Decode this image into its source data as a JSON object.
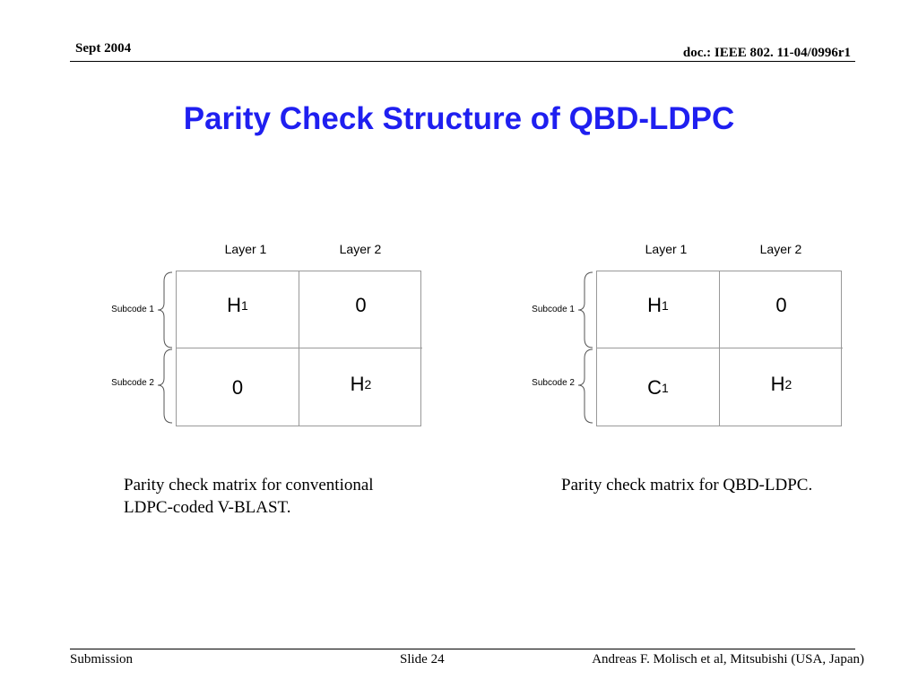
{
  "header": {
    "date": "Sept 2004",
    "doc": "doc.: IEEE 802. 11-04/0996r1"
  },
  "title": "Parity Check Structure of QBD-LDPC",
  "left_diagram": {
    "layer1": "Layer 1",
    "layer2": "Layer 2",
    "subcode1": "Subcode 1",
    "subcode2": "Subcode 2",
    "cells": [
      [
        {
          "main": "H",
          "sub": "1"
        },
        {
          "main": "0",
          "sub": ""
        }
      ],
      [
        {
          "main": "0",
          "sub": ""
        },
        {
          "main": "H",
          "sub": "2"
        }
      ]
    ],
    "caption_line1": "Parity check matrix for conventional",
    "caption_line2": "LDPC-coded V-BLAST."
  },
  "right_diagram": {
    "layer1": "Layer 1",
    "layer2": "Layer 2",
    "subcode1": "Subcode 1",
    "subcode2": "Subcode 2",
    "cells": [
      [
        {
          "main": "H",
          "sub": "1"
        },
        {
          "main": "0",
          "sub": ""
        }
      ],
      [
        {
          "main": "C",
          "sub": "1"
        },
        {
          "main": "H",
          "sub": "2"
        }
      ]
    ],
    "caption_line1": "Parity check matrix for QBD-LDPC."
  },
  "footer": {
    "left": "Submission",
    "center": "Slide 24",
    "right": "Andreas F. Molisch et al, Mitsubishi (USA, Japan)"
  }
}
